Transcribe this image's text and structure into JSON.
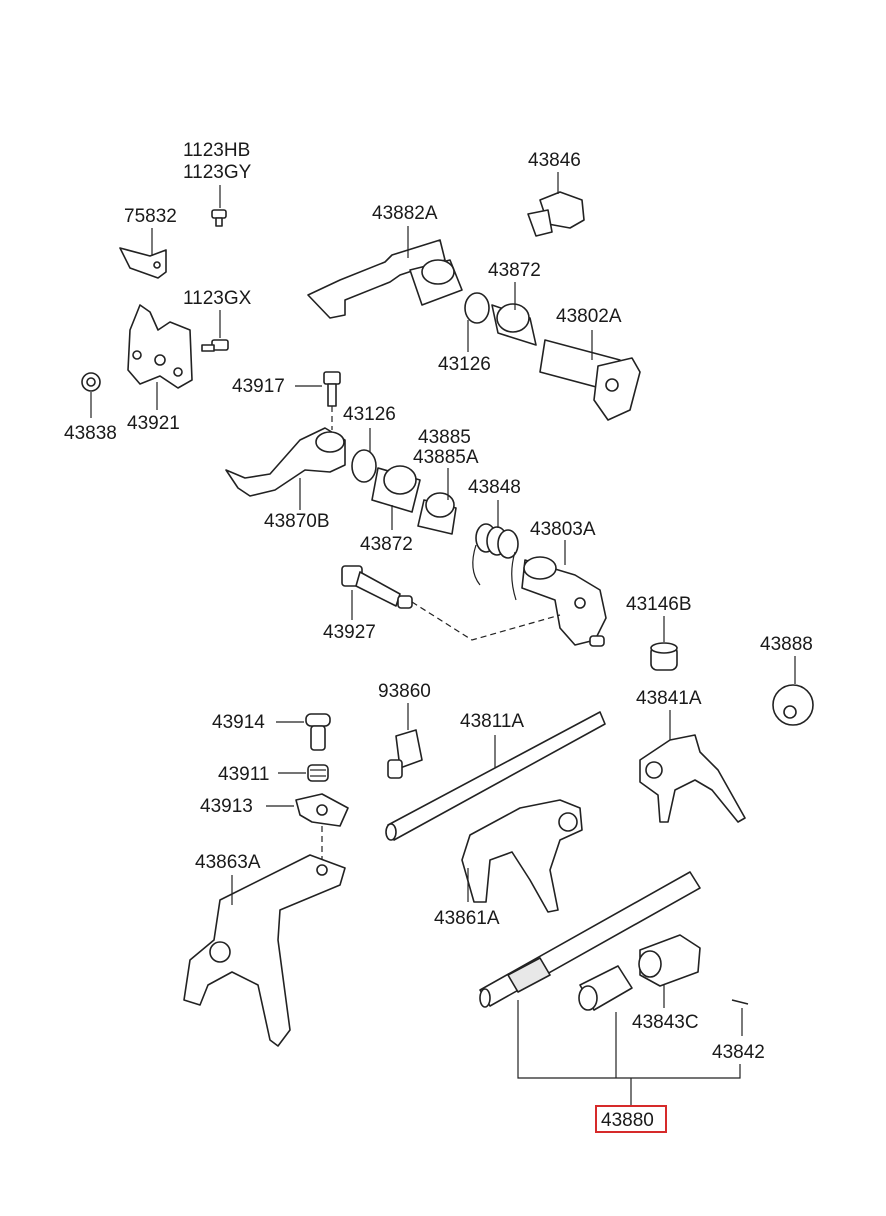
{
  "labels": {
    "p1123HB": "1123HB",
    "p1123GY": "1123GY",
    "p43846": "43846",
    "p75832": "75832",
    "p43882A": "43882A",
    "p43872_top": "43872",
    "p1123GX": "1123GX",
    "p43802A": "43802A",
    "p43126_top": "43126",
    "p43917": "43917",
    "p43838": "43838",
    "p43921": "43921",
    "p43126_mid": "43126",
    "p43885": "43885",
    "p43885A": "43885A",
    "p43848": "43848",
    "p43870B": "43870B",
    "p43872_mid": "43872",
    "p43803A": "43803A",
    "p43146B": "43146B",
    "p43927": "43927",
    "p43888": "43888",
    "p93860": "93860",
    "p43811A": "43811A",
    "p43841A": "43841A",
    "p43914": "43914",
    "p43911": "43911",
    "p43913": "43913",
    "p43863A": "43863A",
    "p43861A": "43861A",
    "p43843C": "43843C",
    "p43842": "43842",
    "p43880": "43880"
  },
  "colors": {
    "highlight": "#d62a2a",
    "line": "#222222"
  }
}
